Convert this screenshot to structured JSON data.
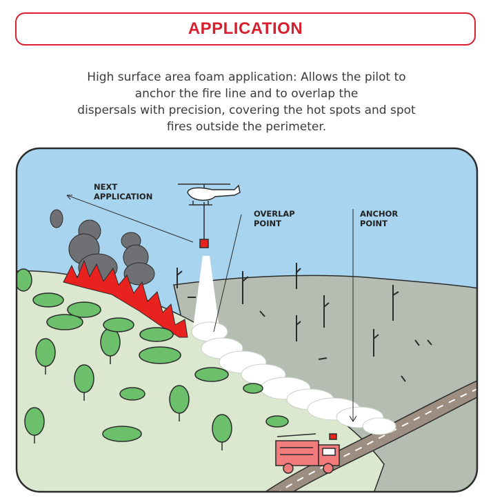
{
  "title": "APPLICATION",
  "description_lines": [
    "High surface area foam application: Allows the pilot to",
    "anchor the fire line and to overlap the",
    "dispersals with precision, covering the hot spots and spot",
    "fires outside the perimeter."
  ],
  "labels": {
    "next_application": [
      "NEXT",
      "APPLICATION"
    ],
    "overlap_point": [
      "OVERLAP",
      "POINT"
    ],
    "anchor_point": [
      "ANCHOR",
      "POINT"
    ]
  },
  "colors": {
    "accent": "#d71f2e",
    "sky": "#a9d4ef",
    "burned_ground": "#b5bdb2",
    "green_ground": "#dbe8cf",
    "tree": "#6cc06c",
    "road": "#9c8f82",
    "truck": "#f27b7b"
  }
}
